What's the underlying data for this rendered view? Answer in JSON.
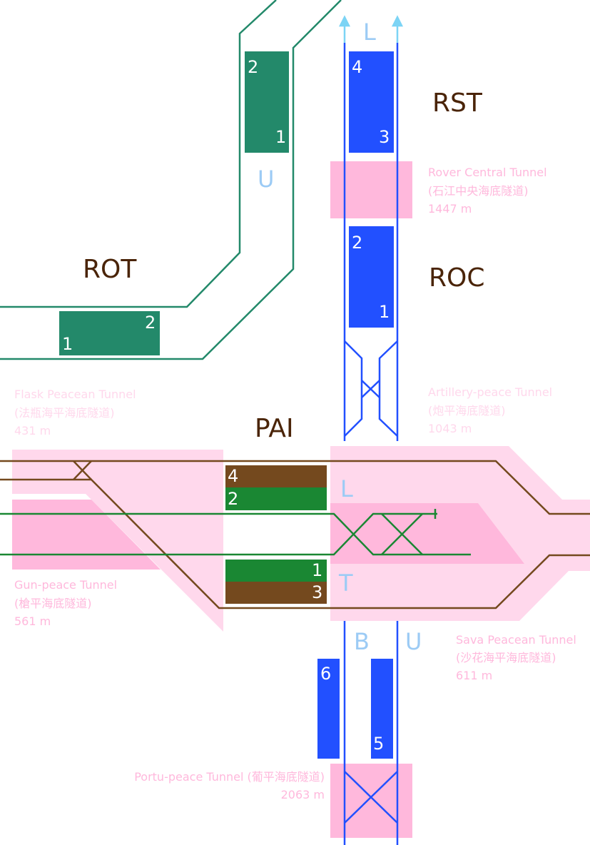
{
  "colors": {
    "island_line": "#2250ff",
    "south_line": "#23896a",
    "tsing_line": "#1a8733",
    "tung_line": "#74491e",
    "tunnel_light": "#ffd8ec",
    "tunnel_dark": "#ffb8dc",
    "direction_label": "#9ccbf5",
    "station_label": "#4a2408",
    "arrow": "#7cd4f5"
  },
  "stations": {
    "rst": "RST",
    "roc": "ROC",
    "rot": "ROT",
    "pai": "PAI"
  },
  "direction_labels": {
    "top_l": "L",
    "rot_u": "U",
    "pai_l": "L",
    "pai_t": "T",
    "bottom_b": "B",
    "bottom_u": "U"
  },
  "platforms": {
    "rst_top": "4",
    "rst_bottom": "3",
    "roc_top": "2",
    "roc_bottom": "1",
    "rot_vert_top": "2",
    "rot_vert_bottom": "1",
    "rot_horiz_right": "2",
    "rot_horiz_left": "1",
    "pai_4": "4",
    "pai_2": "2",
    "pai_1": "1",
    "pai_3": "3",
    "south_6": "6",
    "south_5": "5"
  },
  "tunnels": {
    "rover": {
      "name": "Rover Central Tunnel",
      "chinese": "(石江中央海底隧道)",
      "length": "1447 m"
    },
    "artillery": {
      "name": "Artillery-peace Tunnel",
      "chinese": "(炮平海底隧道)",
      "length": "1043 m"
    },
    "flask": {
      "name": "Flask Peacean Tunnel",
      "chinese": "(法瓶海平海底隧道)",
      "length": "431 m"
    },
    "gun": {
      "name": "Gun-peace Tunnel",
      "chinese": "(槍平海底隧道)",
      "length": "561 m"
    },
    "sava": {
      "name": "Sava Peacean Tunnel",
      "chinese": "(沙花海平海底隧道)",
      "length": "611 m"
    },
    "portu": {
      "name": "Portu-peace Tunnel (葡平海底隧道)",
      "length": "2063 m"
    }
  }
}
